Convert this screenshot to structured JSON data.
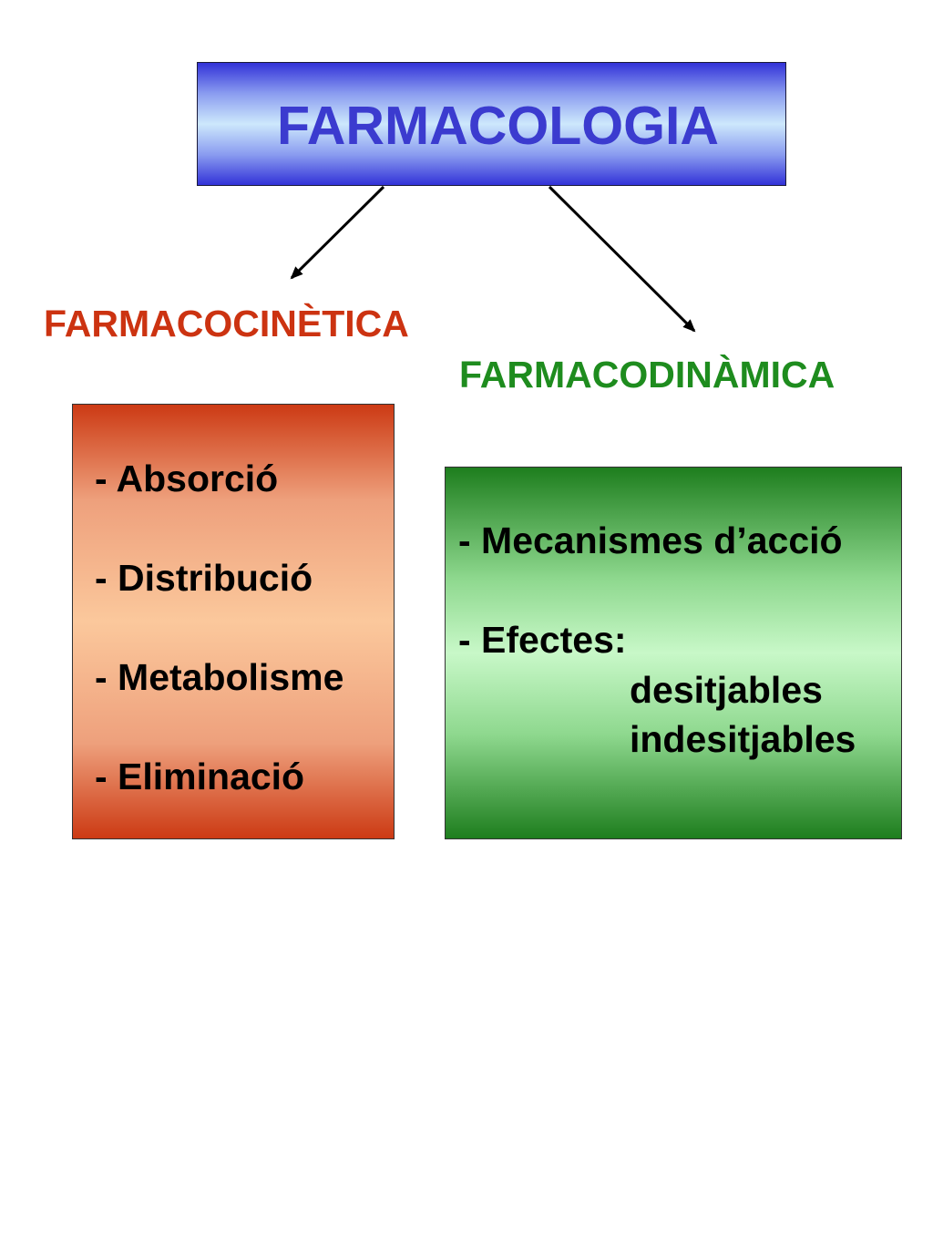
{
  "title": "FARMACOLOGIA",
  "left_branch": {
    "label": "FARMACOCINÈTICA",
    "items": [
      "- Absorció",
      "- Distribució",
      "- Metabolisme",
      "- Eliminació"
    ]
  },
  "right_branch": {
    "label": "FARMACODINÀMICA",
    "items": [
      "- Mecanismes d’acció",
      "- Efectes:",
      "desitjables",
      "indesitjables"
    ]
  },
  "colors": {
    "title_text": "#3b3bcf",
    "left_label": "#cc3311",
    "right_label": "#1e8c1e",
    "left_box": "#fbc89c",
    "right_box": "#c8f8c8"
  }
}
